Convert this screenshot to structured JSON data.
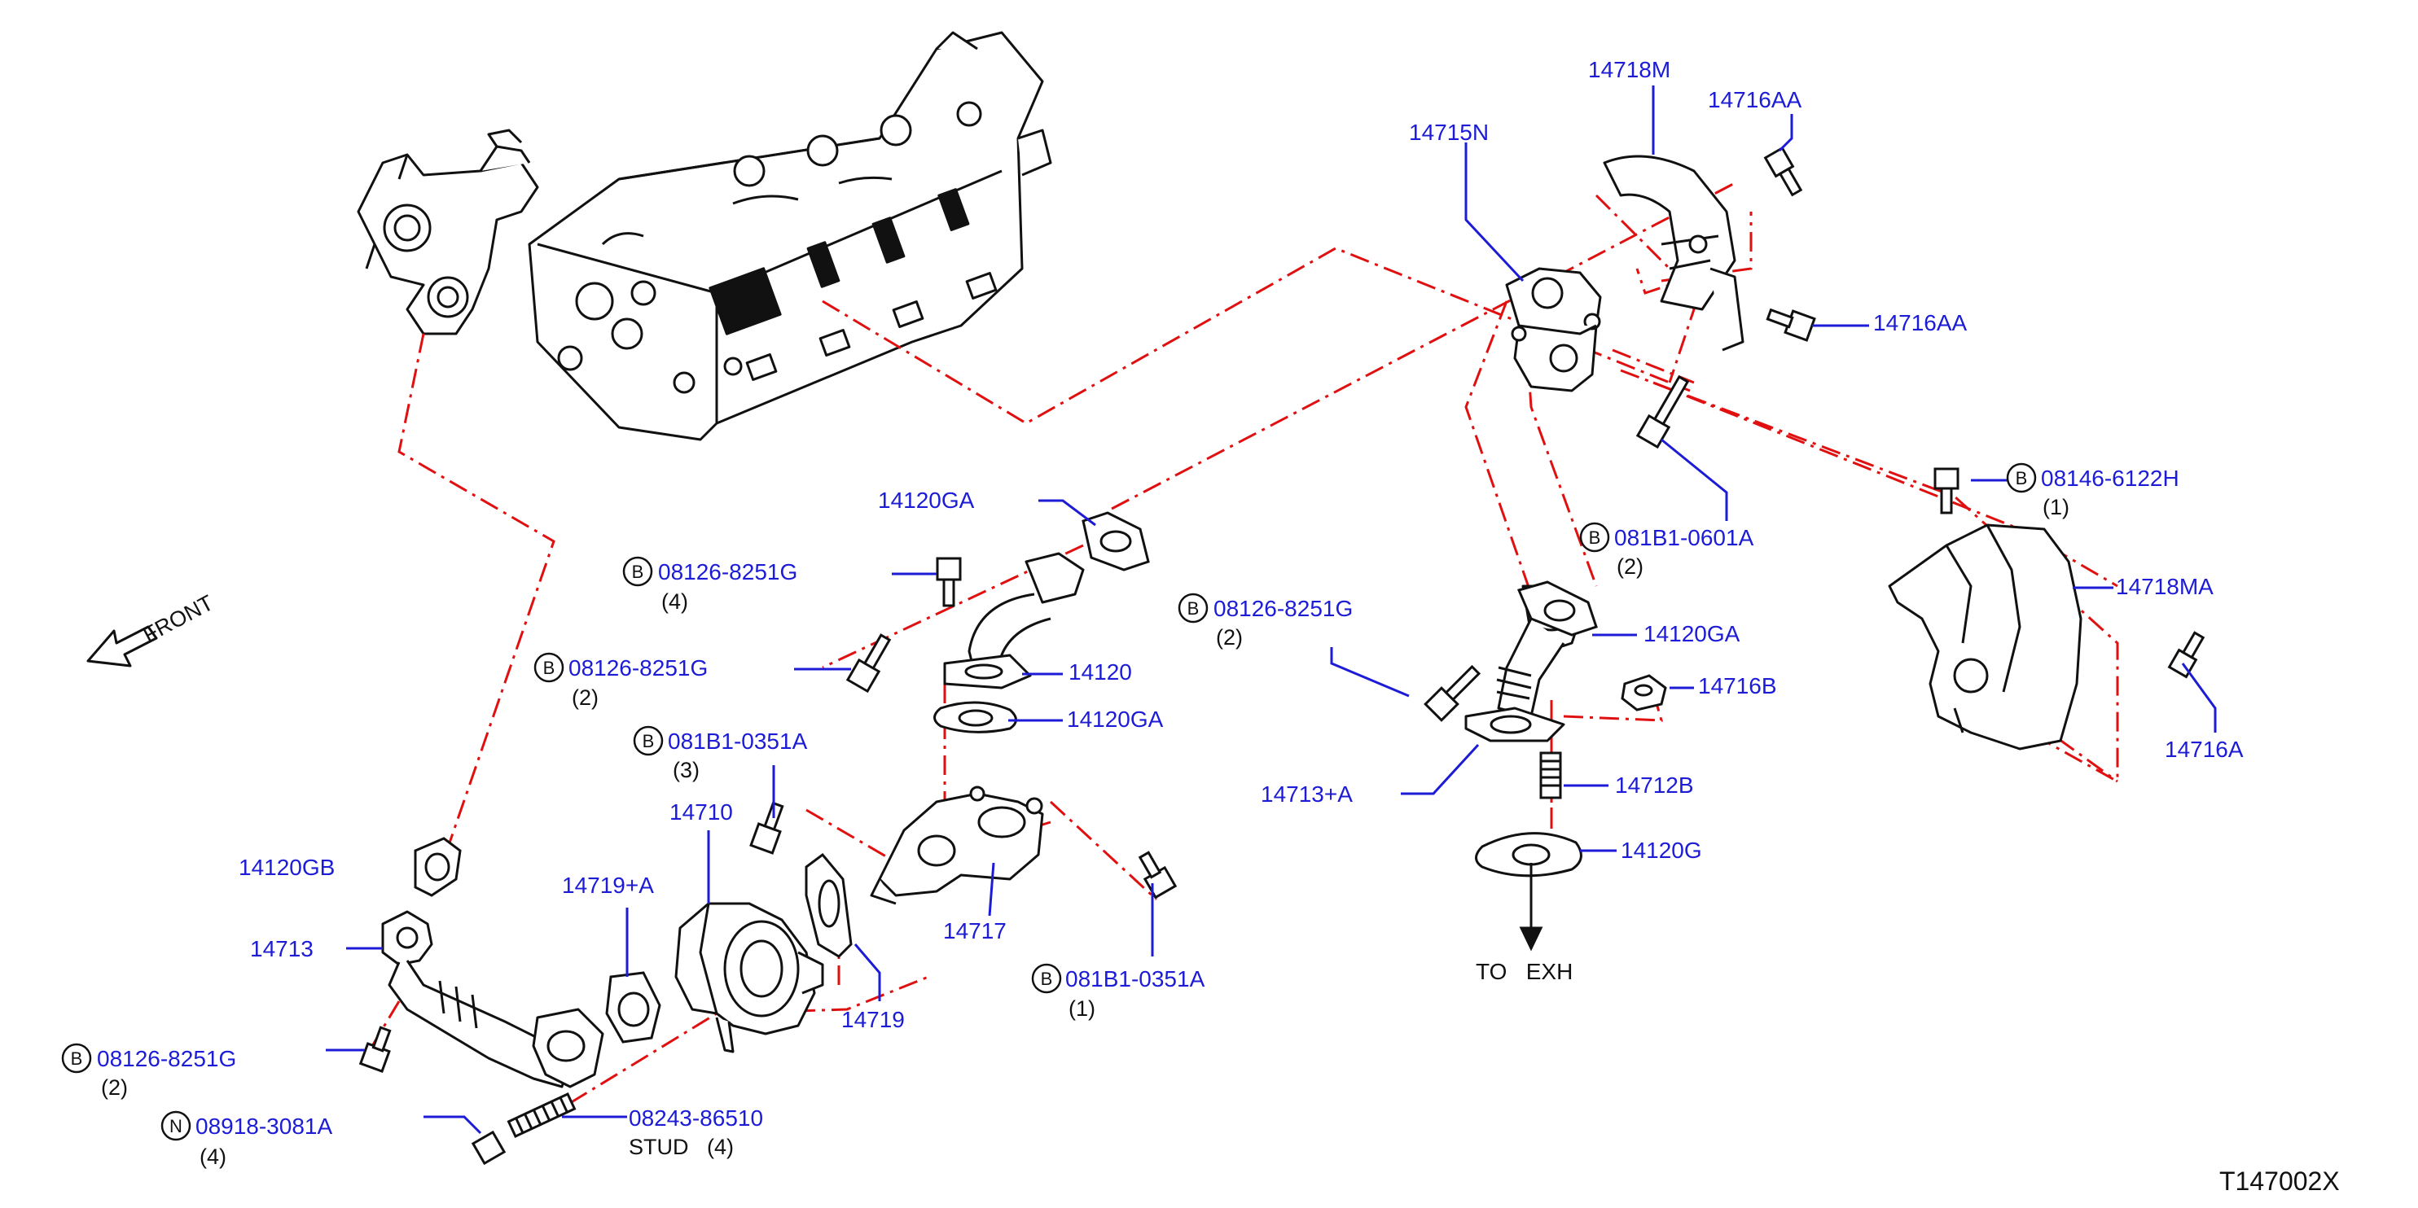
{
  "front_label": "FRONT",
  "exhaust_label": "TO   EXH",
  "figure_ref": "T147002X",
  "badge_letters": {
    "b": "B",
    "n": "N"
  },
  "colors": {
    "leader": "#1c1cd6",
    "centerline": "#e01010",
    "part_line": "#111111",
    "part_number": "#1c1cd6"
  },
  "callouts": {
    "p14718M": {
      "pn": "14718M"
    },
    "p14716AA_1": {
      "pn": "14716AA"
    },
    "p14715N": {
      "pn": "14715N"
    },
    "p14716AA_2": {
      "pn": "14716AA"
    },
    "p08146": {
      "badge": "B",
      "pn": "08146-6122H",
      "qty": "(1)"
    },
    "p14120GA_1": {
      "pn": "14120GA"
    },
    "p081B1_0601A": {
      "badge": "B",
      "pn": "081B1-0601A",
      "qty": "(2)"
    },
    "p14718MA": {
      "pn": "14718MA"
    },
    "p08126_1": {
      "badge": "B",
      "pn": "08126-8251G",
      "qty": "(4)"
    },
    "p08126_2": {
      "badge": "B",
      "pn": "08126-8251G",
      "qty": "(2)"
    },
    "p14120": {
      "pn": "14120"
    },
    "p08126_3": {
      "badge": "B",
      "pn": "08126-8251G",
      "qty": "(2)"
    },
    "p14120GA_2": {
      "pn": "14120GA"
    },
    "p14120GA_3": {
      "pn": "14120GA"
    },
    "p14716B": {
      "pn": "14716B"
    },
    "p14716A": {
      "pn": "14716A"
    },
    "p081B1_0351A_1": {
      "badge": "B",
      "pn": "081B1-0351A",
      "qty": "(3)"
    },
    "p14710": {
      "pn": "14710"
    },
    "p14713A": {
      "pn": "14713+A"
    },
    "p14712B": {
      "pn": "14712B"
    },
    "p14120GB": {
      "pn": "14120GB"
    },
    "p14719A": {
      "pn": "14719+A"
    },
    "p14717": {
      "pn": "14717"
    },
    "p14120G": {
      "pn": "14120G"
    },
    "p14713": {
      "pn": "14713"
    },
    "p14719": {
      "pn": "14719"
    },
    "p081B1_0351A_2": {
      "badge": "B",
      "pn": "081B1-0351A",
      "qty": "(1)"
    },
    "p08126_4": {
      "badge": "B",
      "pn": "08126-8251G",
      "qty": "(2)"
    },
    "p08243": {
      "pn": "08243-86510",
      "qty": "STUD   (4)"
    },
    "p08918": {
      "badge": "N",
      "pn": "08918-3081A",
      "qty": "(4)"
    }
  }
}
